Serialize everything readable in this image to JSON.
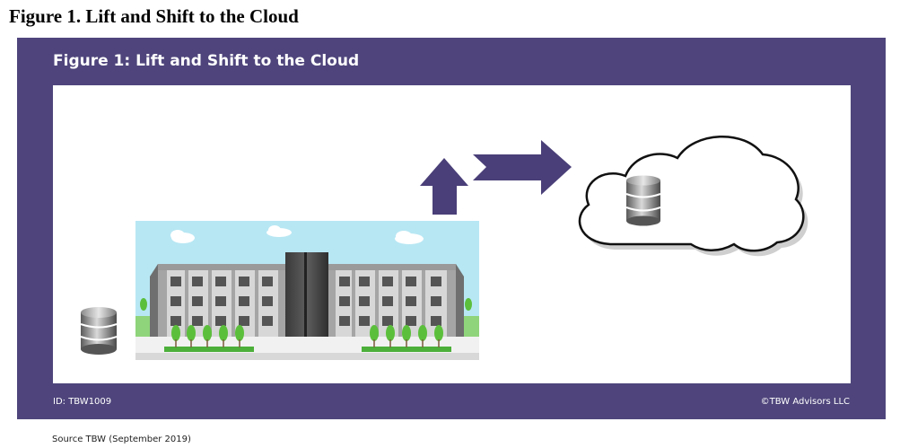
{
  "document": {
    "heading": "Figure 1. Lift and Shift to the Cloud",
    "source": "Source TBW (September 2019)"
  },
  "figure": {
    "title": "Figure 1: Lift and Shift to the Cloud",
    "id_label": "ID: TBW1009",
    "copyright": "©TBW Advisors LLC",
    "colors": {
      "frame": "#4f457c",
      "arrow": "#4a3f78",
      "sky": "#b7e7f3",
      "building": "#9a9a9a",
      "tree": "#5cbf3c"
    },
    "icons": [
      "database-icon",
      "building-illustration",
      "up-arrow-icon",
      "right-arrow-icon",
      "cloud-icon"
    ]
  }
}
